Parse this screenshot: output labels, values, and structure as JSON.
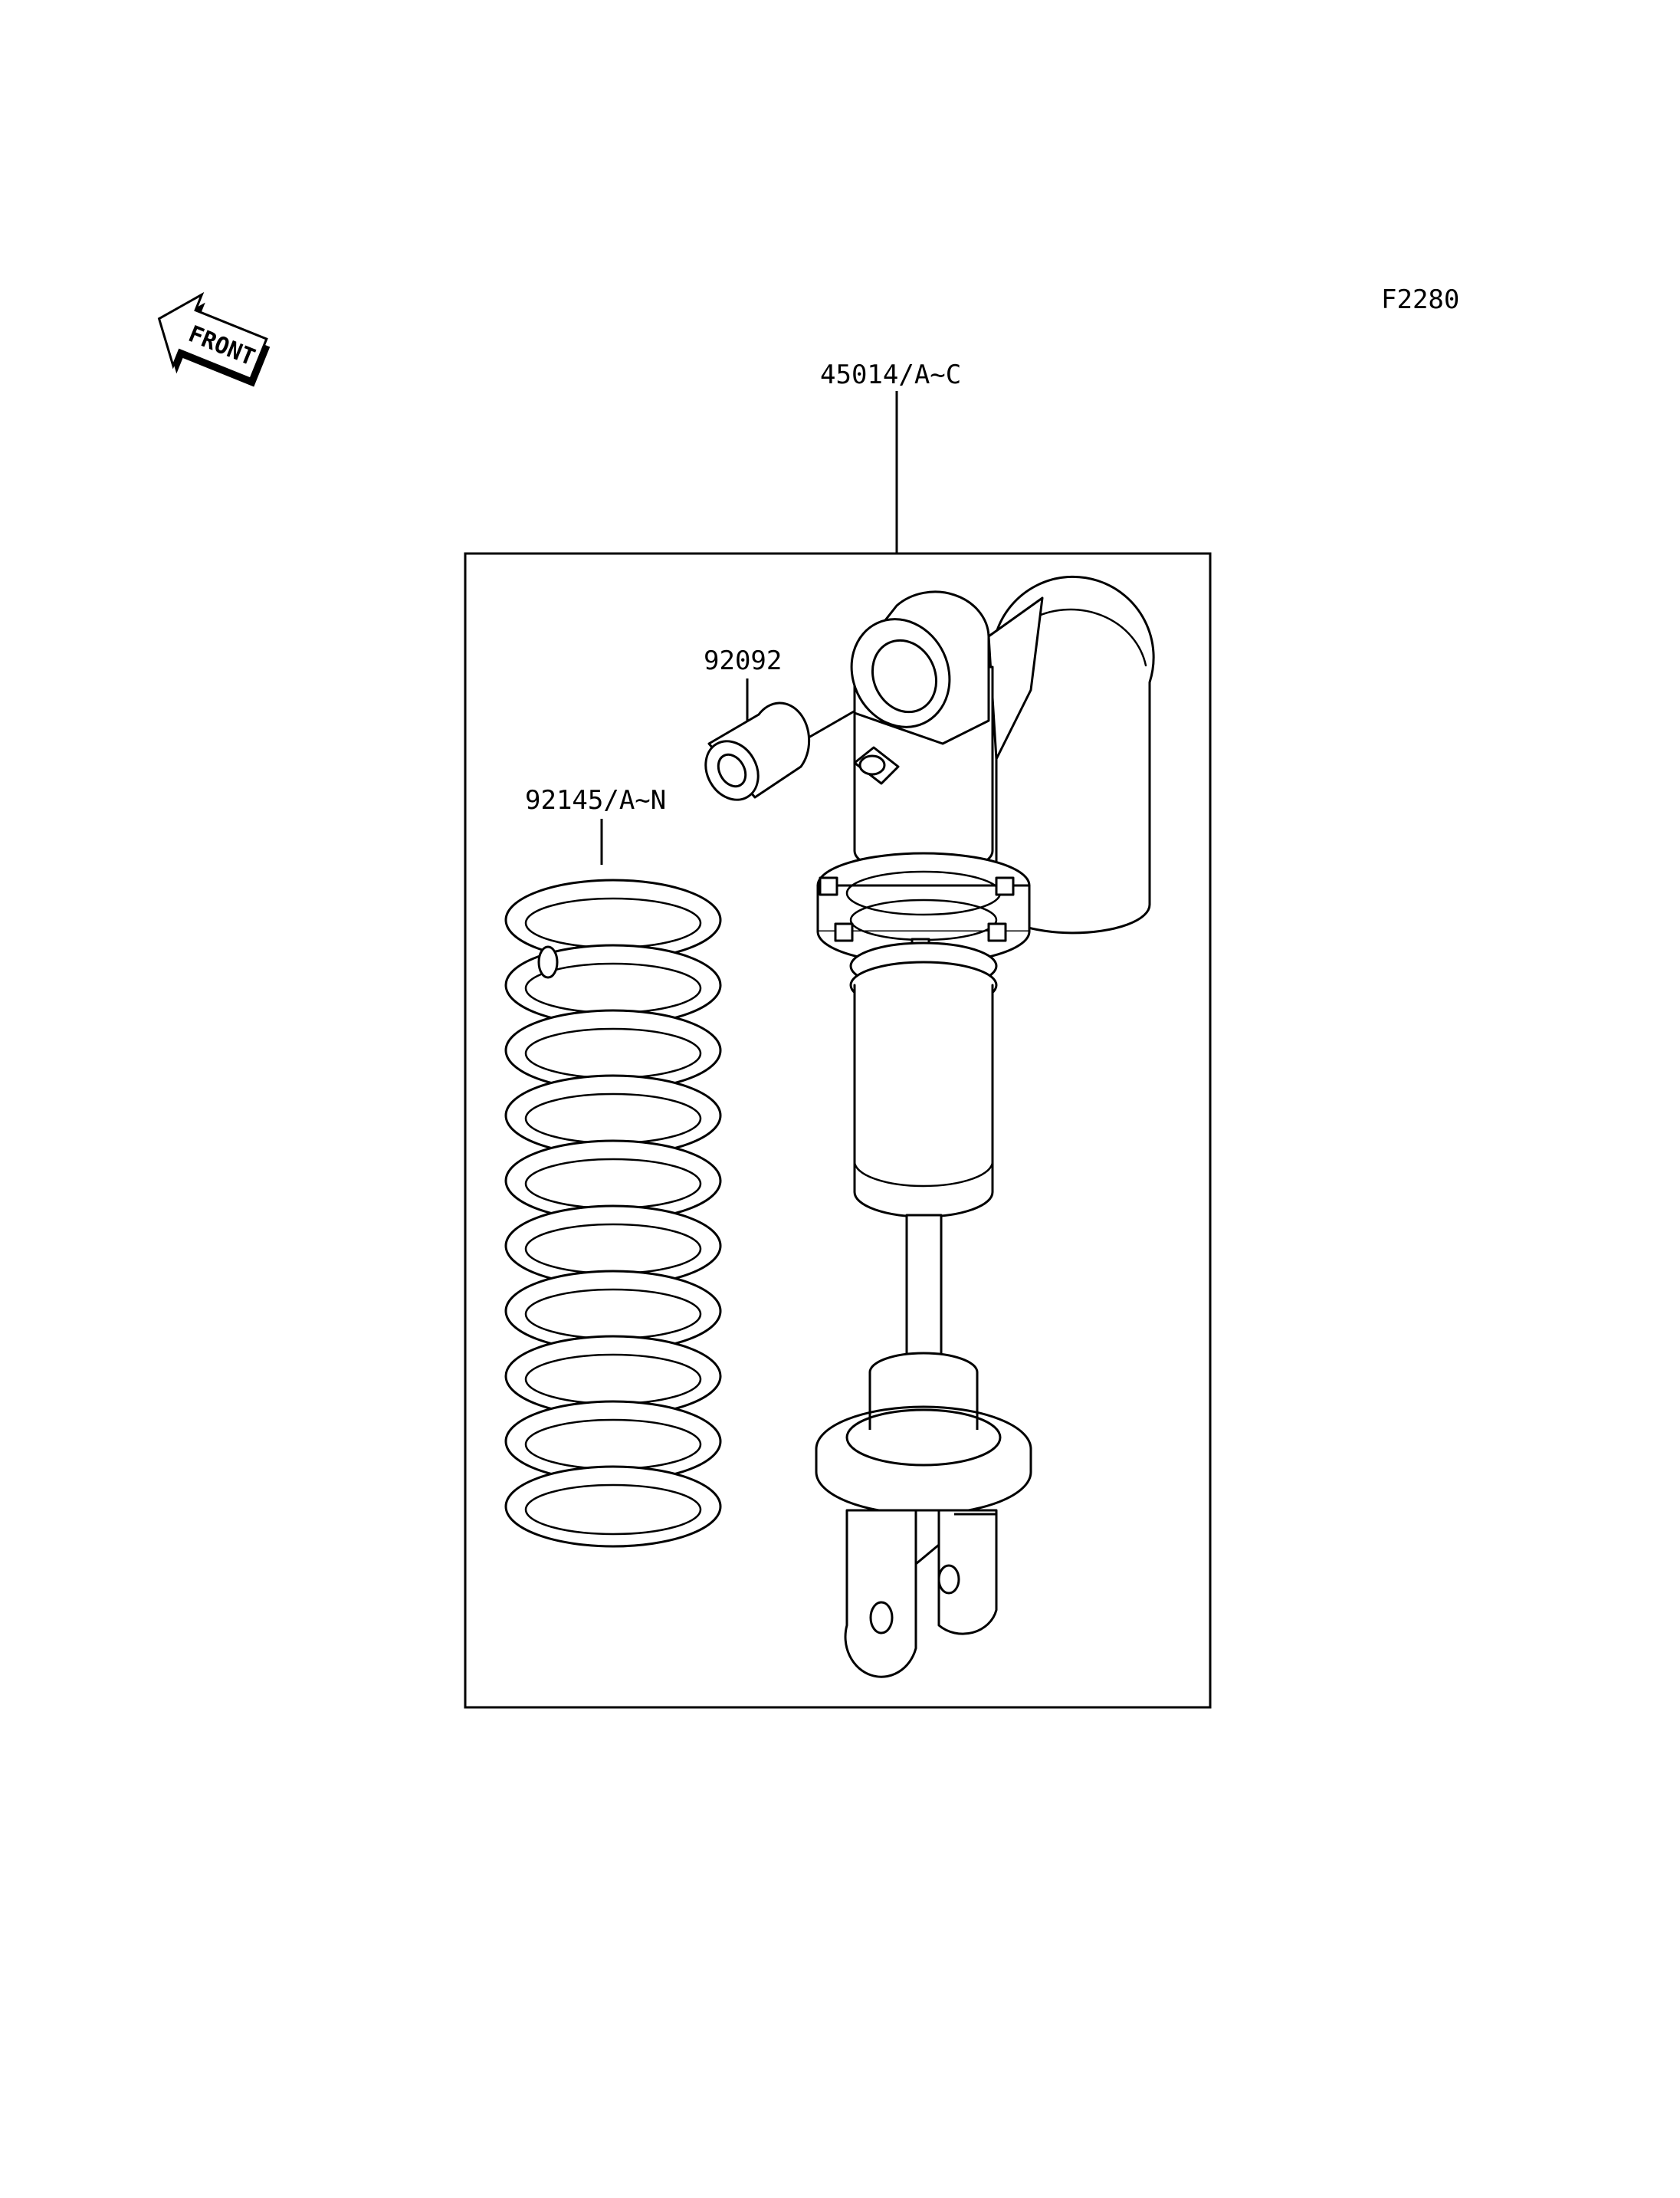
{
  "diagram": {
    "figure_code": "F2280",
    "front_label": "FRONT",
    "parts": [
      {
        "number": "45014/A~C"
      },
      {
        "number": "92092"
      },
      {
        "number": "92145/A~N"
      }
    ]
  }
}
